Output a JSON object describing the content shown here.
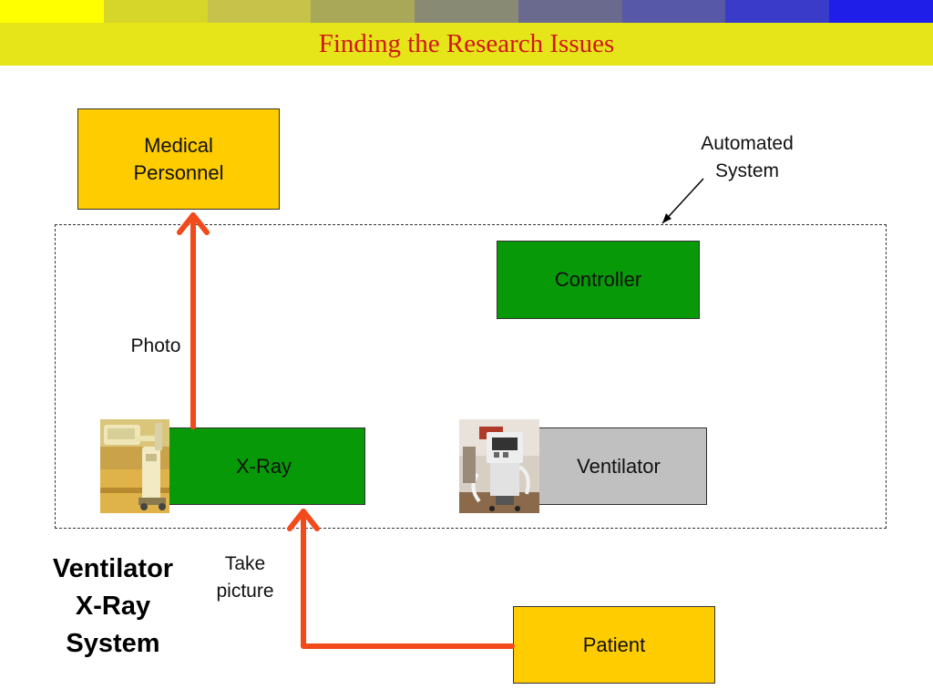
{
  "slide": {
    "title": "Finding the Research Issues"
  },
  "header_stripe_colors": [
    "#ffff00",
    "#d5d52a",
    "#c6c24a",
    "#a9a858",
    "#898a74",
    "#6a6a8e",
    "#5858a8",
    "#3b3bca",
    "#1e1ee8"
  ],
  "boxes": {
    "medical_personnel": "Medical\nPersonnel",
    "controller": "Controller",
    "xray": "X-Ray",
    "ventilator": "Ventilator",
    "patient": "Patient"
  },
  "labels": {
    "automated_system": "Automated\nSystem",
    "photo": "Photo",
    "take_picture": "Take\npicture",
    "system_name": "Ventilator\nX-Ray\nSystem"
  },
  "colors": {
    "title_bar": "#e5e51a",
    "title_text": "#d01818",
    "yellow_box": "#ffcc00",
    "green_box": "#089908",
    "gray_box": "#c0c0c0",
    "flow_arrow": "#f24a1a"
  },
  "images": {
    "xray_photo": "x-ray-machine-photo",
    "ventilator_photo": "ventilator-machine-photo"
  }
}
